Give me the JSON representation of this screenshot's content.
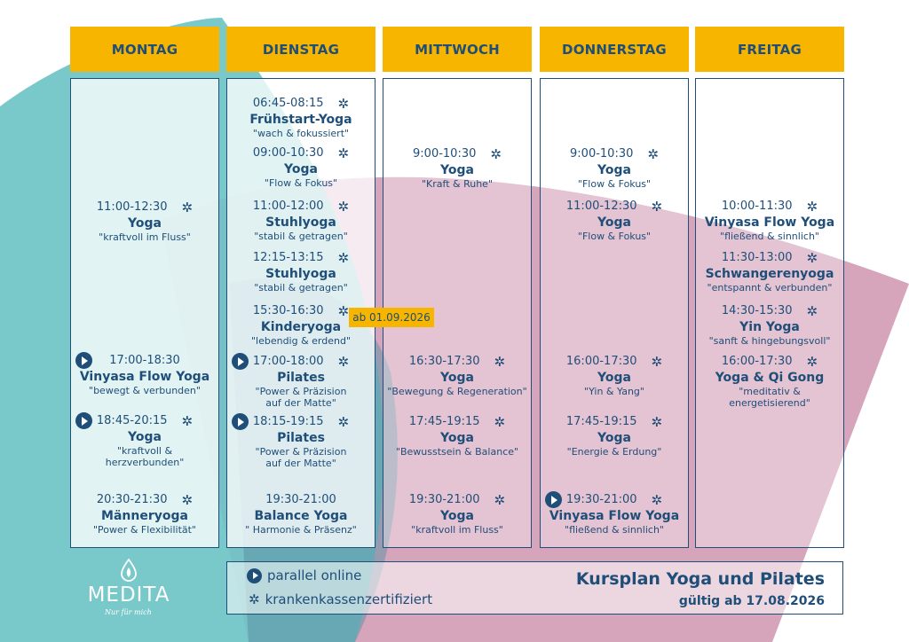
{
  "days": [
    {
      "name": "MONTAG",
      "courses": [
        {
          "time": "11:00-12:30",
          "name": "Yoga",
          "desc": [
            "\"kraftvoll im Fluss\""
          ],
          "online": false,
          "certified": true
        },
        {
          "time": "17:00-18:30",
          "name": "Vinyasa Flow Yoga",
          "desc": [
            "\"bewegt & verbunden\""
          ],
          "online": true,
          "certified": false
        },
        {
          "time": "18:45-20:15",
          "name": "Yoga",
          "desc": [
            "\"kraftvoll &",
            "herzverbunden\""
          ],
          "online": true,
          "certified": true
        },
        {
          "time": "20:30-21:30",
          "name": "Männeryoga",
          "desc": [
            "\"Power & Flexibilität\""
          ],
          "online": false,
          "certified": true
        }
      ]
    },
    {
      "name": "DIENSTAG",
      "courses": [
        {
          "time": "06:45-08:15",
          "name": "Frühstart-Yoga",
          "desc": [
            "\"wach & fokussiert\""
          ],
          "online": false,
          "certified": true
        },
        {
          "time": "09:00-10:30",
          "name": "Yoga",
          "desc": [
            "\"Flow & Fokus\""
          ],
          "online": false,
          "certified": true
        },
        {
          "time": "11:00-12:00",
          "name": "Stuhlyoga",
          "desc": [
            "\"stabil & getragen\""
          ],
          "online": false,
          "certified": true
        },
        {
          "time": "12:15-13:15",
          "name": "Stuhlyoga",
          "desc": [
            "\"stabil & getragen\""
          ],
          "online": false,
          "certified": true
        },
        {
          "time": "15:30-16:30",
          "name": "Kinderyoga",
          "desc": [
            "\"lebendig & erdend\""
          ],
          "online": false,
          "certified": true
        },
        {
          "time": "17:00-18:00",
          "name": "Pilates",
          "desc": [
            "\"Power & Präzision",
            "auf der Matte\""
          ],
          "online": true,
          "certified": true
        },
        {
          "time": "18:15-19:15",
          "name": "Pilates",
          "desc": [
            "\"Power & Präzision",
            "auf der Matte\""
          ],
          "online": true,
          "certified": true
        },
        {
          "time": "19:30-21:00",
          "name": "Balance Yoga",
          "desc": [
            "\" Harmonie & Präsenz\""
          ],
          "online": false,
          "certified": false
        }
      ]
    },
    {
      "name": "MITTWOCH",
      "courses": [
        {
          "time": "9:00-10:30",
          "name": "Yoga",
          "desc": [
            "\"Kraft & Ruhe\""
          ],
          "online": false,
          "certified": true
        },
        {
          "time": "16:30-17:30",
          "name": "Yoga",
          "desc": [
            "\"Bewegung & Regeneration\""
          ],
          "online": false,
          "certified": true
        },
        {
          "time": "17:45-19:15",
          "name": "Yoga",
          "desc": [
            "\"Bewusstsein & Balance\""
          ],
          "online": false,
          "certified": true
        },
        {
          "time": "19:30-21:00",
          "name": "Yoga",
          "desc": [
            "\"kraftvoll im Fluss\""
          ],
          "online": false,
          "certified": true
        }
      ]
    },
    {
      "name": "DONNERSTAG",
      "courses": [
        {
          "time": "9:00-10:30",
          "name": "Yoga",
          "desc": [
            "\"Flow & Fokus\""
          ],
          "online": false,
          "certified": true
        },
        {
          "time": "11:00-12:30",
          "name": "Yoga",
          "desc": [
            "\"Flow & Fokus\""
          ],
          "online": false,
          "certified": true
        },
        {
          "time": "16:00-17:30",
          "name": "Yoga",
          "desc": [
            "\"Yin & Yang\""
          ],
          "online": false,
          "certified": true
        },
        {
          "time": "17:45-19:15",
          "name": "Yoga",
          "desc": [
            "\"Energie & Erdung\""
          ],
          "online": false,
          "certified": true
        },
        {
          "time": "19:30-21:00",
          "name": "Vinyasa Flow Yoga",
          "desc": [
            "\"fließend & sinnlich\""
          ],
          "online": true,
          "certified": true
        }
      ]
    },
    {
      "name": "FREITAG",
      "courses": [
        {
          "time": "10:00-11:30",
          "name": "Vinyasa Flow Yoga",
          "desc": [
            "\"fließend & sinnlich\""
          ],
          "online": false,
          "certified": true
        },
        {
          "time": "11:30-13:00",
          "name": "Schwangerenyoga",
          "desc": [
            "\"entspannt & verbunden\""
          ],
          "online": false,
          "certified": true
        },
        {
          "time": "14:30-15:30",
          "name": "Yin Yoga",
          "desc": [
            "\"sanft & hingebungsvoll\""
          ],
          "online": false,
          "certified": true
        },
        {
          "time": "16:00-17:30",
          "name": "Yoga & Qi Gong",
          "desc": [
            "\"meditativ &",
            "energetisierend\""
          ],
          "online": false,
          "certified": true
        }
      ]
    }
  ],
  "badge": "ab 01.09.2026",
  "legend": {
    "online": "parallel online",
    "certified": "krankenkassenzertifiziert"
  },
  "plan": {
    "title": "Kursplan Yoga und Pilates",
    "valid": "gültig ab 17.08.2026"
  },
  "logo": {
    "name": "MEDITA",
    "slogan": "Nur für mich"
  },
  "icons": {
    "online": "play-circle-icon",
    "certified": "certified-asterisk-icon",
    "logo": "lotus-drop-icon"
  },
  "colors": {
    "accent": "#f7b500",
    "text": "#1f4e79",
    "teal": "#6ec3c6",
    "rose": "#cd93ad"
  }
}
